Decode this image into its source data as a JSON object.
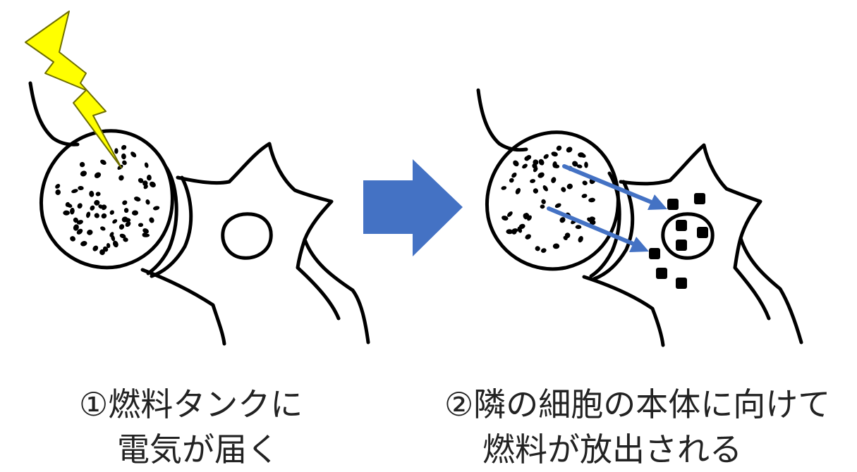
{
  "colors": {
    "bolt_fill": "#ffff00",
    "bolt_stroke": "#6e6e00",
    "arrow_blue": "#4472c4",
    "ink": "#000000"
  },
  "icons": {
    "stimulus": "lightning-bolt-icon",
    "transition": "right-arrow-icon",
    "release": "blue-arrow-icon"
  },
  "captions": {
    "step1": {
      "line1": "①燃料タンクに",
      "line2": "電気が届く"
    },
    "step2": {
      "line1": "②隣の細胞の本体に向けて",
      "line2": "燃料が放出される"
    }
  }
}
